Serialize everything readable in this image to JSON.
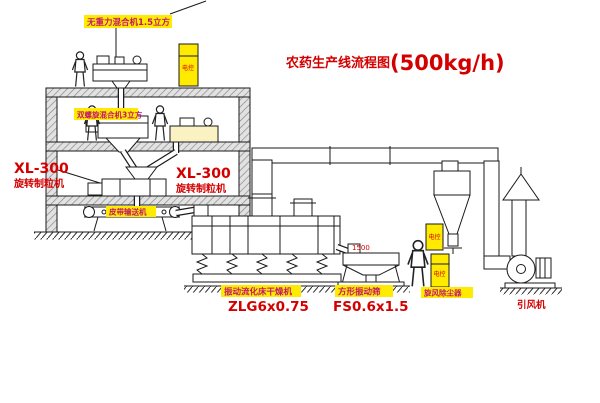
{
  "title": {
    "name": "农药生产线流程图",
    "capacity": "(500kg/h)"
  },
  "labels": {
    "gravity_mixer": "无重力混合机1.5立方",
    "screw_mixer": "双螺旋混合机3立方",
    "granulator_left_model": "XL-300",
    "granulator_left_name": "旋转制粒机",
    "granulator_center_model": "XL-300",
    "granulator_center_name": "旋转制粒机",
    "belt_conveyor": "皮带输送机",
    "dryer_name": "振动流化床干燥机",
    "dryer_model": "ZLG6x0.75",
    "screen_name": "方形振动筛",
    "screen_model": "FS0.6x1.5",
    "screen_dim": "1500",
    "cyclone_name": "旋风除尘器",
    "fan_name": "引风机",
    "cabinet_text": "电控"
  },
  "colors": {
    "line": "#1a1a1a",
    "label_bg": "#ffeb00",
    "label_text": "#c2156e",
    "red_text": "#d40000"
  }
}
